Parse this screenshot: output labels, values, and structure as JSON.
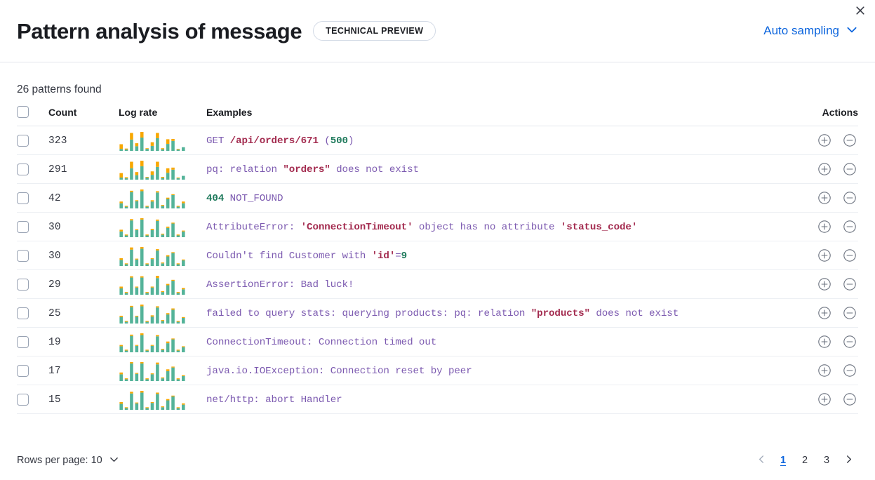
{
  "header": {
    "title": "Pattern analysis of message",
    "badge": "TECHNICAL PREVIEW",
    "sampling_label": "Auto sampling",
    "close_icon": "close-icon",
    "chevron_icon": "chevron-down-icon",
    "accent_color": "#0b64dd"
  },
  "summary": {
    "patterns_found": "26 patterns found"
  },
  "table": {
    "columns": {
      "select": "",
      "count": "Count",
      "log_rate": "Log rate",
      "examples": "Examples",
      "actions": "Actions"
    },
    "rows": [
      {
        "count": "323",
        "example_parts": [
          {
            "t": "GET ",
            "k": "p"
          },
          {
            "t": "/api/orders/671",
            "k": "s"
          },
          {
            "t": " (",
            "k": "p"
          },
          {
            "t": "500",
            "k": "n"
          },
          {
            "t": ")",
            "k": "p"
          }
        ],
        "spark": [
          [
            6,
            14
          ],
          [
            4,
            3
          ],
          [
            34,
            20
          ],
          [
            14,
            9
          ],
          [
            40,
            17
          ],
          [
            6,
            2
          ],
          [
            15,
            11
          ],
          [
            38,
            16
          ],
          [
            5,
            3
          ],
          [
            21,
            14
          ],
          [
            30,
            6
          ],
          [
            4,
            2
          ],
          [
            11,
            0
          ]
        ]
      },
      {
        "count": "291",
        "example_parts": [
          {
            "t": "pq: relation ",
            "k": "p"
          },
          {
            "t": "\"orders\"",
            "k": "s"
          },
          {
            "t": " does not exist",
            "k": "p"
          }
        ],
        "spark": [
          [
            6,
            13
          ],
          [
            4,
            3
          ],
          [
            33,
            19
          ],
          [
            13,
            9
          ],
          [
            39,
            16
          ],
          [
            6,
            2
          ],
          [
            14,
            10
          ],
          [
            37,
            15
          ],
          [
            5,
            3
          ],
          [
            20,
            13
          ],
          [
            29,
            6
          ],
          [
            4,
            2
          ],
          [
            11,
            0
          ]
        ]
      },
      {
        "count": "42",
        "example_parts": [
          {
            "t": "404",
            "k": "n"
          },
          {
            "t": " NOT_FOUND",
            "k": "p"
          }
        ],
        "spark": [
          [
            12,
            4
          ],
          [
            4,
            2
          ],
          [
            38,
            3
          ],
          [
            17,
            2
          ],
          [
            40,
            4
          ],
          [
            4,
            2
          ],
          [
            16,
            3
          ],
          [
            37,
            3
          ],
          [
            6,
            2
          ],
          [
            22,
            3
          ],
          [
            31,
            2
          ],
          [
            4,
            2
          ],
          [
            12,
            4
          ]
        ]
      },
      {
        "count": "30",
        "example_parts": [
          {
            "t": "AttributeError: ",
            "k": "p"
          },
          {
            "t": "'ConnectionTimeout'",
            "k": "s"
          },
          {
            "t": " object has no attribute ",
            "k": "p"
          },
          {
            "t": "'status_code'",
            "k": "s"
          }
        ],
        "spark": [
          [
            13,
            4
          ],
          [
            4,
            2
          ],
          [
            38,
            3
          ],
          [
            16,
            2
          ],
          [
            40,
            3
          ],
          [
            4,
            2
          ],
          [
            16,
            3
          ],
          [
            37,
            3
          ],
          [
            6,
            2
          ],
          [
            21,
            3
          ],
          [
            31,
            2
          ],
          [
            4,
            2
          ],
          [
            13,
            2
          ]
        ]
      },
      {
        "count": "30",
        "example_parts": [
          {
            "t": "Couldn't find Customer with ",
            "k": "p"
          },
          {
            "t": "'id'",
            "k": "s"
          },
          {
            "t": "=",
            "k": "p"
          },
          {
            "t": "9",
            "k": "n"
          }
        ],
        "spark": [
          [
            14,
            4
          ],
          [
            4,
            2
          ],
          [
            38,
            5
          ],
          [
            15,
            2
          ],
          [
            40,
            4
          ],
          [
            4,
            2
          ],
          [
            16,
            2
          ],
          [
            36,
            3
          ],
          [
            6,
            2
          ],
          [
            22,
            3
          ],
          [
            30,
            2
          ],
          [
            4,
            2
          ],
          [
            13,
            2
          ]
        ]
      },
      {
        "count": "29",
        "example_parts": [
          {
            "t": "AssertionError: Bad luck!",
            "k": "p"
          }
        ],
        "spark": [
          [
            14,
            4
          ],
          [
            4,
            2
          ],
          [
            38,
            3
          ],
          [
            16,
            2
          ],
          [
            38,
            3
          ],
          [
            4,
            2
          ],
          [
            16,
            2
          ],
          [
            37,
            5
          ],
          [
            6,
            2
          ],
          [
            21,
            3
          ],
          [
            31,
            2
          ],
          [
            4,
            2
          ],
          [
            12,
            3
          ]
        ]
      },
      {
        "count": "25",
        "example_parts": [
          {
            "t": "failed to query stats: querying products: pq: relation ",
            "k": "p"
          },
          {
            "t": "\"products\"",
            "k": "s"
          },
          {
            "t": " does not exist",
            "k": "p"
          }
        ],
        "spark": [
          [
            15,
            3
          ],
          [
            4,
            2
          ],
          [
            38,
            3
          ],
          [
            16,
            2
          ],
          [
            40,
            4
          ],
          [
            4,
            2
          ],
          [
            16,
            3
          ],
          [
            37,
            3
          ],
          [
            6,
            2
          ],
          [
            21,
            3
          ],
          [
            32,
            3
          ],
          [
            4,
            2
          ],
          [
            13,
            2
          ]
        ]
      },
      {
        "count": "19",
        "example_parts": [
          {
            "t": "ConnectionTimeout: Connection timed out",
            "k": "p"
          }
        ],
        "spark": [
          [
            14,
            3
          ],
          [
            4,
            2
          ],
          [
            38,
            3
          ],
          [
            15,
            2
          ],
          [
            40,
            4
          ],
          [
            4,
            2
          ],
          [
            15,
            2
          ],
          [
            37,
            3
          ],
          [
            6,
            2
          ],
          [
            21,
            4
          ],
          [
            30,
            2
          ],
          [
            4,
            2
          ],
          [
            12,
            2
          ]
        ]
      },
      {
        "count": "17",
        "example_parts": [
          {
            "t": "java.io.IOException: Connection reset by peer",
            "k": "p"
          }
        ],
        "spark": [
          [
            15,
            4
          ],
          [
            4,
            2
          ],
          [
            39,
            3
          ],
          [
            16,
            2
          ],
          [
            39,
            3
          ],
          [
            4,
            2
          ],
          [
            15,
            2
          ],
          [
            37,
            4
          ],
          [
            6,
            2
          ],
          [
            22,
            4
          ],
          [
            30,
            2
          ],
          [
            4,
            2
          ],
          [
            11,
            2
          ]
        ]
      },
      {
        "count": "15",
        "example_parts": [
          {
            "t": "net/http: abort Handler",
            "k": "p"
          }
        ],
        "spark": [
          [
            14,
            4
          ],
          [
            4,
            2
          ],
          [
            38,
            4
          ],
          [
            15,
            2
          ],
          [
            40,
            4
          ],
          [
            4,
            2
          ],
          [
            16,
            2
          ],
          [
            37,
            3
          ],
          [
            6,
            2
          ],
          [
            22,
            3
          ],
          [
            31,
            2
          ],
          [
            4,
            2
          ],
          [
            12,
            3
          ]
        ]
      }
    ],
    "row_action_add": "filter-for-value-icon",
    "row_action_remove": "filter-out-value-icon",
    "spark_colors": {
      "base": "#54b399",
      "top": "#f8a700"
    }
  },
  "footer": {
    "rows_per_page": "Rows per page: 10",
    "pages": [
      "1",
      "2",
      "3"
    ],
    "active_page": "1",
    "prev_label": "‹",
    "next_label": "›"
  }
}
